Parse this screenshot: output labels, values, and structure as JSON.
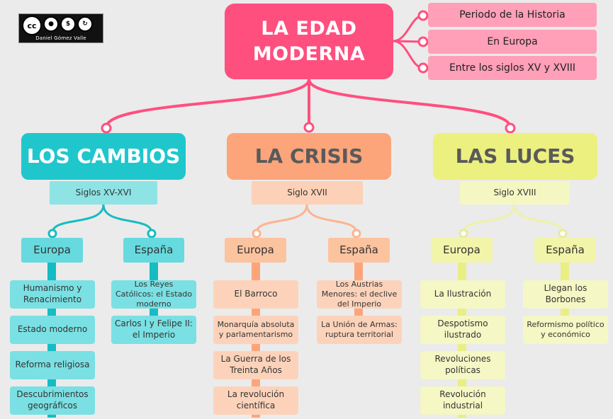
{
  "license": {
    "icons": [
      "cc-icon",
      "by-icon",
      "nc-icon",
      "sa-icon"
    ],
    "author": "Daniel Gómez Valle"
  },
  "root": {
    "title_line1": "LA EDAD",
    "title_line2": "MODERNA",
    "info": [
      "Periodo de la Historia",
      "En Europa",
      "Entre los siglos XV y XVIII"
    ]
  },
  "branches": [
    {
      "title": "LOS CAMBIOS",
      "period": "Siglos XV-XVI",
      "europa": {
        "label": "Europa",
        "items": [
          "Humanismo y Renacimiento",
          "Estado moderno",
          "Reforma religiosa",
          "Descubrimientos geográficos"
        ]
      },
      "espana": {
        "label": "España",
        "items": [
          "Los Reyes Católicos: el Estado moderno",
          "Carlos I y Felipe II: el Imperio"
        ]
      }
    },
    {
      "title": "LA CRISIS",
      "period": "Siglo XVII",
      "europa": {
        "label": "Europa",
        "items": [
          "El Barroco",
          "Monarquía absoluta y parlamentarismo",
          "La Guerra de los Treinta Años",
          "La revolución científica"
        ]
      },
      "espana": {
        "label": "España",
        "items": [
          "Los Austrias Menores: el declive del Imperio",
          "La Unión de Armas: ruptura territorial"
        ]
      }
    },
    {
      "title": "LAS LUCES",
      "period": "Siglo XVIII",
      "europa": {
        "label": "Europa",
        "items": [
          "La Ilustración",
          "Despotismo ilustrado",
          "Revoluciones políticas",
          "Revolución industrial"
        ]
      },
      "espana": {
        "label": "España",
        "items": [
          "Llegan los Borbones",
          "Reformismo político y económico"
        ]
      }
    }
  ],
  "colors": {
    "root": "#ff4f7f",
    "root_info": "#ff9fb8",
    "cambios": "#1fc7cc",
    "crisis": "#fca57b",
    "luces": "#ecf07e"
  }
}
